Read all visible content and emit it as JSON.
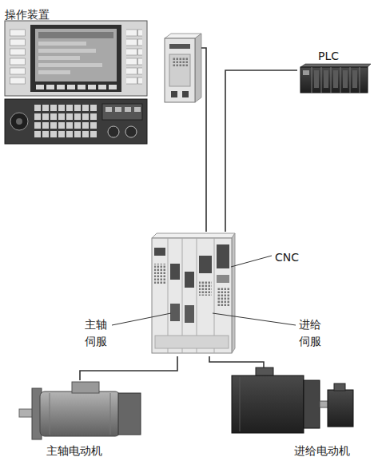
{
  "diagram": {
    "nodes": [
      {
        "text": [
          "操作装置"
        ]
      },
      {
        "text": [
          "PLC"
        ]
      },
      {
        "text": [
          "CNC"
        ]
      },
      {
        "text": [
          "主轴电动机"
        ]
      },
      {
        "text": [
          "进给电动机"
        ]
      }
    ],
    "edges": [
      {
        "from": 0,
        "to": 2,
        "arrow": "none"
      },
      {
        "from": 1,
        "to": 2,
        "arrow": "none"
      },
      {
        "from": 2,
        "to": 3,
        "arrow": "none"
      },
      {
        "from": 2,
        "to": 4,
        "arrow": "none"
      }
    ],
    "labels": [
      "主轴 伺服",
      "进给 伺服"
    ]
  }
}
